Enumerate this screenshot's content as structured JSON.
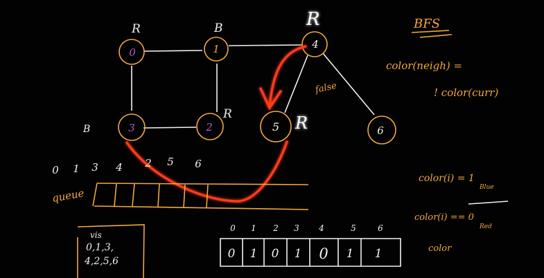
{
  "graph": {
    "nodes": [
      {
        "label": "0",
        "color_tag": "R"
      },
      {
        "label": "1",
        "color_tag": "B"
      },
      {
        "label": "4",
        "color_tag": "R"
      },
      {
        "label": "3",
        "color_tag": "B"
      },
      {
        "label": "2",
        "color_tag": "R"
      },
      {
        "label": "5",
        "color_tag": "R"
      },
      {
        "label": "6",
        "color_tag": ""
      }
    ],
    "side_annotation": "false"
  },
  "notes": {
    "title": "BFS",
    "rule_line1": "color(neigh) =",
    "rule_line2": "! color(curr)",
    "color_one": "color(i) = 1",
    "color_one_sub": "Blue",
    "color_zero": "color(i) == 0",
    "color_zero_sub": "Red",
    "color_label": "color"
  },
  "queue": {
    "label": "queue",
    "order": [
      "0",
      "1",
      "3",
      "4",
      "2",
      "5",
      "6"
    ]
  },
  "visited": {
    "label": "vis",
    "line1": "0,1,3,",
    "line2": "4,2,5,6"
  },
  "color_array": {
    "indices": [
      "0",
      "1",
      "2",
      "3",
      "4",
      "5",
      "6"
    ],
    "values": [
      "0",
      "1",
      "0",
      "1",
      "0",
      "1",
      "1"
    ]
  },
  "colors": {
    "node_ring": "#f2a93a",
    "chalk": "#f2f2f2",
    "highlight": "#ff3b1f",
    "node_number": "#b45ad6"
  }
}
